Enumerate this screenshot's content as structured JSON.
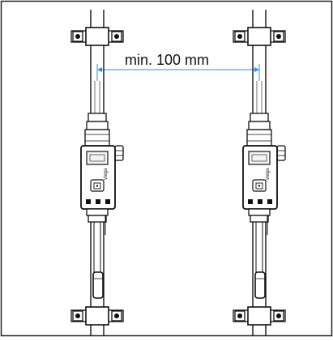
{
  "diagram": {
    "dimension_label": "min. 100 mm",
    "brand_text": "viega",
    "colors": {
      "line": "#111111",
      "dimension": "#1e90ff",
      "frame": "#222222",
      "fill": "#ffffff",
      "display_fill": "#f4f4f4"
    },
    "units": [
      {
        "id": "left",
        "name": "left-pipe-assembly"
      },
      {
        "id": "right",
        "name": "right-pipe-assembly"
      }
    ]
  }
}
